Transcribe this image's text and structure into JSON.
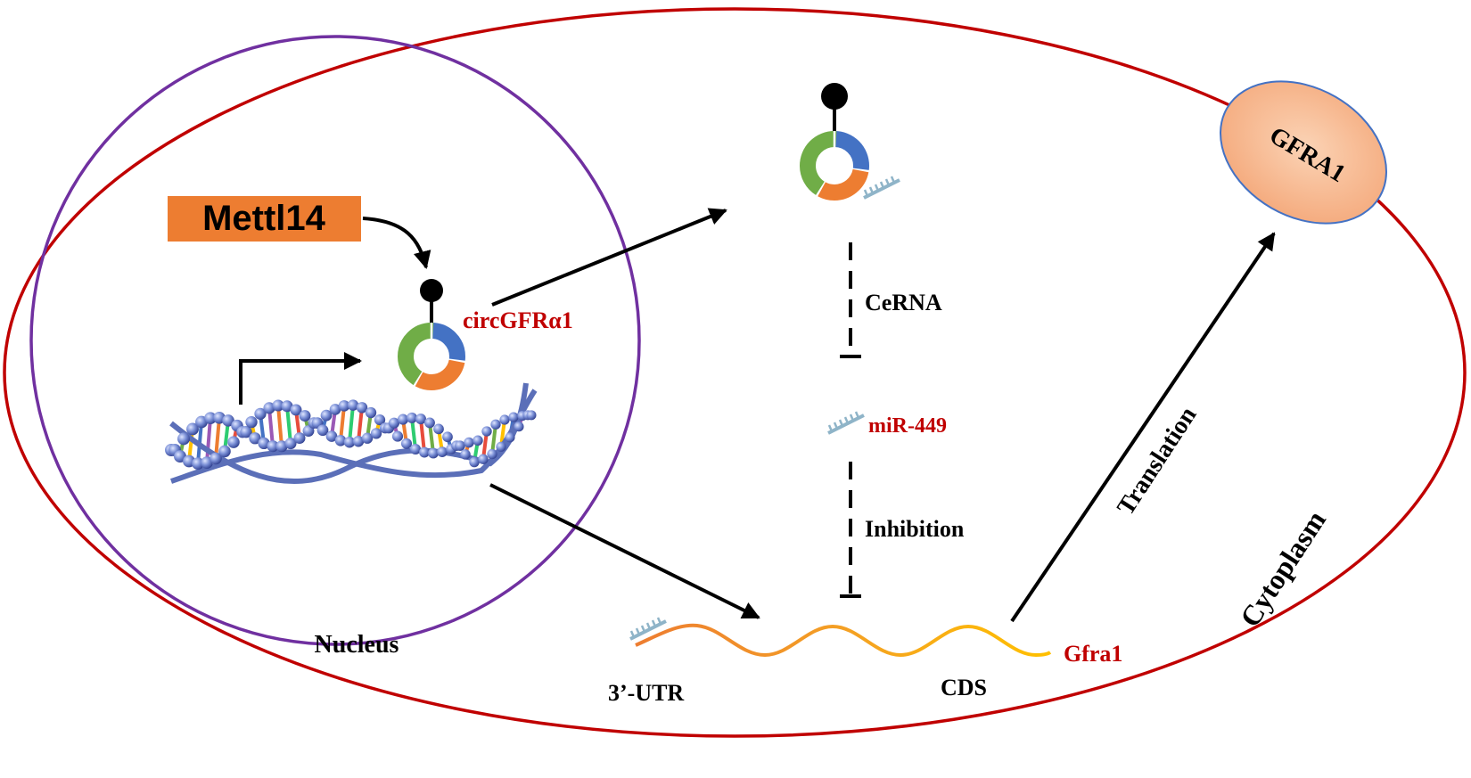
{
  "labels": {
    "mettl14": "Mettl14",
    "circ": "circGFRα1",
    "cerna": "CeRNA",
    "mir": "miR-449",
    "inhibition": "Inhibition",
    "nucleus": "Nucleus",
    "utr": "3’-UTR",
    "cds": "CDS",
    "gfra1_mrna": "Gfra1",
    "translation": "Translation",
    "cytoplasm": "Cytoplasm",
    "gfra1_protein": "GFRA1"
  },
  "colors": {
    "cell_membrane": "#c00000",
    "nucleus_membrane": "#7030a0",
    "mettl14_box": "#ed7d31",
    "red_text": "#c00000",
    "ring_blue": "#4472c4",
    "ring_orange": "#ed7d31",
    "ring_green": "#70ad47",
    "mirna": "#8fb4c8",
    "protein_fill": "#f4b183",
    "protein_border": "#4472c4",
    "mrna_orange": "#ed7d31",
    "mrna_yellow": "#ffc000"
  }
}
